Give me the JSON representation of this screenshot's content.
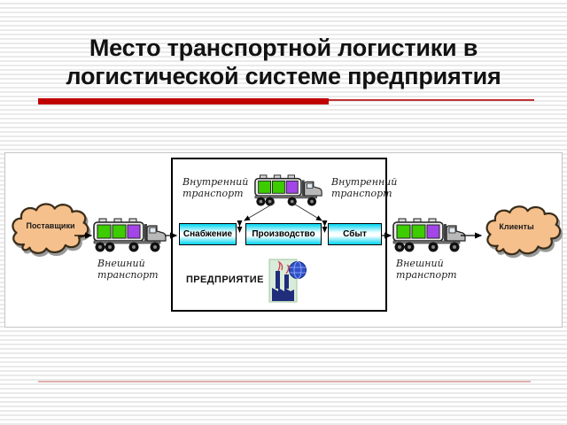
{
  "slide": {
    "title": {
      "line1": "Место транспортной логистики в",
      "line2": "логистической системе предприятия"
    },
    "accent_bar_color": "#c00000",
    "accent_line_color": "#c03030",
    "footer_line_color": "#e3b0b0",
    "background_stripe_color": "#eaeaea"
  },
  "diagram": {
    "left_cloud": {
      "label": "Поставщики"
    },
    "right_cloud": {
      "label": "Клиенты"
    },
    "cloud_fill": "#f5c08c",
    "cloud_stroke": "#3a2d1a",
    "external_transport_left": {
      "line1": "Внешний",
      "line2": "транспорт"
    },
    "external_transport_right": {
      "line1": "Внешний",
      "line2": "транспорт"
    },
    "internal_transport_left": {
      "line1": "Внутренний",
      "line2": "транспорт"
    },
    "internal_transport_right": {
      "line1": "Внутренний",
      "line2": "транспорт"
    },
    "enterprise_label": "ПРЕДПРИЯТИЕ",
    "process_boxes": [
      {
        "label": "Снабжение"
      },
      {
        "label": "Производство"
      },
      {
        "label": "Сбыт"
      }
    ],
    "process_box_top_color": "#00d4f0",
    "truck_colors": {
      "compartment1": "#3ccc00",
      "compartment2": "#3ccc00",
      "compartment3": "#a445e8",
      "cab": "#b9b9b9"
    },
    "icons": {
      "truck": "tanker-truck-icon",
      "supplier_cloud": "cloud-shape",
      "client_cloud": "cloud-shape",
      "factory": "factory-globe-icon",
      "flow_arrows": "black-arrow"
    }
  }
}
